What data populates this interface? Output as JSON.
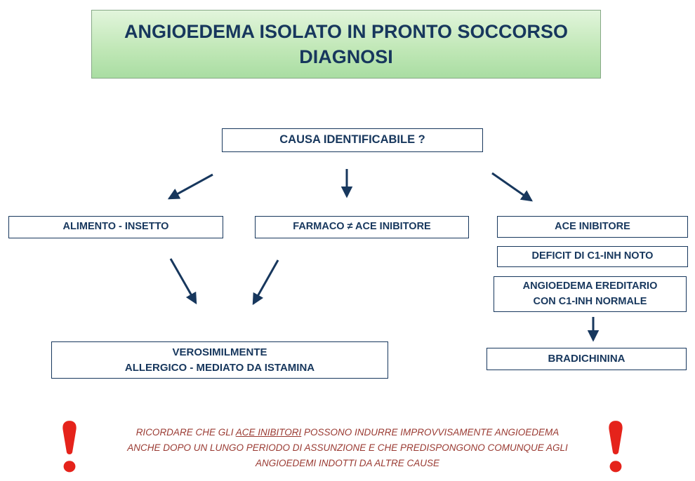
{
  "colors": {
    "navy_text": "#17375d",
    "box_border": "#17375d",
    "title_bg": "#b9e5af",
    "footnote_text": "#9a3a32",
    "exclamation_red": "#e5231b"
  },
  "title": {
    "line1": "ANGIOEDEMA ISOLATO IN PRONTO SOCCORSO",
    "line2": "DIAGNOSI"
  },
  "flowchart": {
    "question": "CAUSA IDENTIFICABILE ?",
    "branch_left": "ALIMENTO - INSETTO",
    "branch_middle": "FARMACO  ≠ ACE INIBITORE",
    "branch_right": "ACE INIBITORE",
    "right_sub1": "DEFICIT DI C1-INH NOTO",
    "right_sub2_line1": "ANGIOEDEMA EREDITARIO",
    "right_sub2_line2": "CON C1-INH NORMALE",
    "right_result": "BRADICHININA",
    "left_result_line1": "VEROSIMILMENTE",
    "left_result_line2": "ALLERGICO - MEDIATO DA ISTAMINA"
  },
  "footnote": {
    "line1_pre": "RICORDARE CHE GLI ",
    "line1_underlined": "ACE INIBITORI",
    "line1_post": " POSSONO INDURRE IMPROVVISAMENTE ANGIOEDEMA",
    "line2": "ANCHE DOPO UN LUNGO PERIODO DI ASSUNZIONE E CHE PREDISPONGONO COMUNQUE AGLI",
    "line3": "ANGIOEDEMI INDOTTI DA ALTRE CAUSE"
  }
}
